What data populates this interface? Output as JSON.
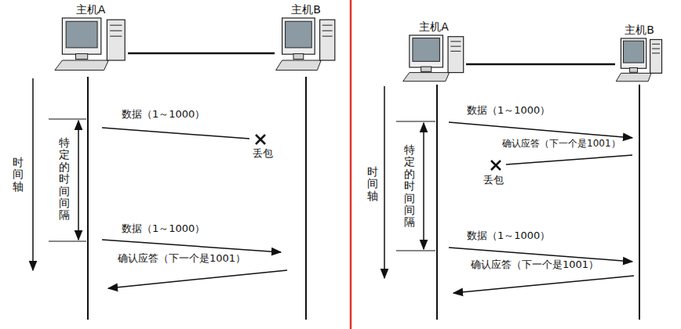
{
  "diagram": {
    "nodes": [
      {
        "text": [
          "主机A"
        ]
      },
      {
        "text": [
          "主机B"
        ]
      },
      {
        "text": [
          "主机A"
        ]
      },
      {
        "text": [
          "主机B"
        ]
      }
    ],
    "edges": [
      {
        "from": 0,
        "to": 1,
        "arrow": "none"
      },
      {
        "from": 2,
        "to": 3,
        "arrow": "none"
      }
    ],
    "labels": [
      "时间轴",
      "特定的时间间隔",
      "数据（1～1000）",
      "丢包",
      "数据（1～1000）",
      "确认应答（下一个是1001）",
      "时间轴",
      "特定的时间间隔",
      "数据（1～1000）",
      "确认应答（下一个是1001）",
      "丢包",
      "数据（1～1000）",
      "确认应答（下一个是1001）"
    ]
  }
}
